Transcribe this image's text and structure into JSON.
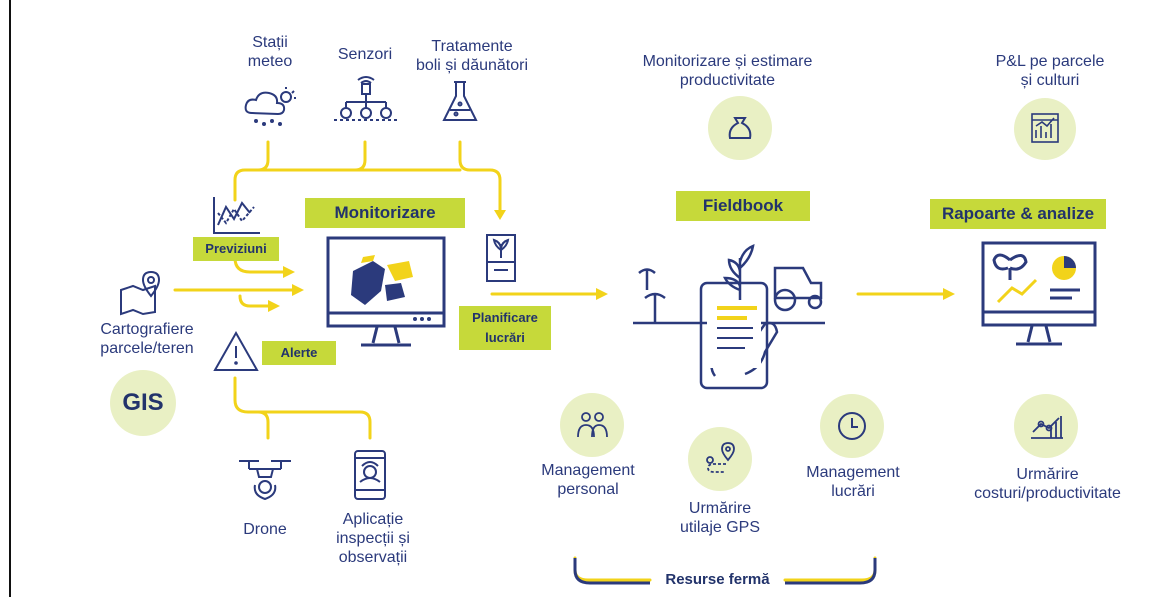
{
  "labels": {
    "statii_meteo": "Stații\nmeteo",
    "senzori": "Senzori",
    "tratamente": "Tratamente\nboli și dăunători",
    "monitorizare_estimare": "Monitorizare și estimare\nproductivitate",
    "pl_parcele": "P&L pe parcele\nși culturi",
    "cartografiere": "Cartografiere\nparcele/teren",
    "gis": "GIS",
    "drone": "Drone",
    "aplicatie": "Aplicație\ninspecții și\nobservații",
    "management_personal": "Management\npersonal",
    "urmarire_utilaje": "Urmărire\nutilaje GPS",
    "management_lucrari": "Management\nlucrări",
    "urmarire_costuri": "Urmărire\ncosturi/productivitate",
    "resurse_ferma": "Resurse fermă"
  },
  "tags": {
    "monitorizare": "Monitorizare",
    "previziuni": "Previziuni",
    "alerte": "Alerte",
    "planificare": "Planificare\nlucrări",
    "fieldbook": "Fieldbook",
    "rapoarte": "Rapoarte & analize"
  },
  "colors": {
    "accent_yellow": "#f2d31a",
    "tag_green": "#c6d93a",
    "circle_bg": "#e9f0c4",
    "navy": "#2b3a7c"
  },
  "icons": [
    "cloud-sun-rain-icon",
    "sensors-icon",
    "flask-icon",
    "bag-icon",
    "report-chart-icon",
    "map-pin-icon",
    "chart-line-icon",
    "warning-icon",
    "seed-box-icon",
    "drone-icon",
    "phone-inspection-icon",
    "people-icon",
    "gps-route-icon",
    "clock-icon",
    "cost-chart-icon"
  ]
}
